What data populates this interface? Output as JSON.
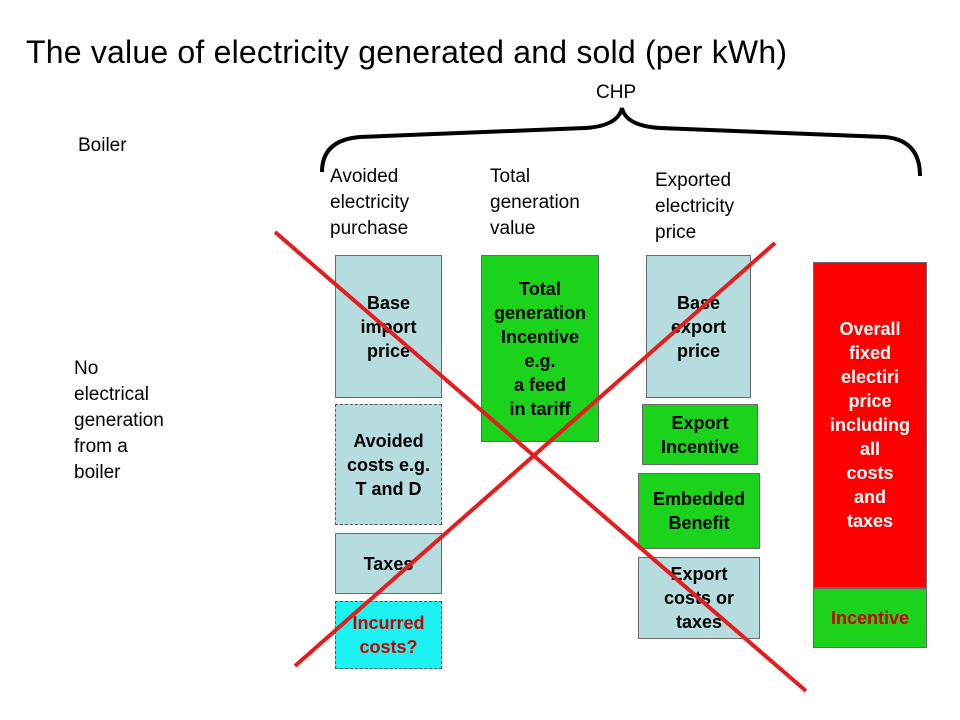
{
  "title": "The value of electricity generated and sold (per kWh)",
  "chp_label": "CHP",
  "boiler_label": "Boiler",
  "no_generation_text": "No\nelectrical\ngeneration\nfrom a\nboiler",
  "columns": {
    "avoided": {
      "header": "Avoided\nelectricity\npurchase",
      "base_import": "Base\nimport\nprice",
      "avoided_costs": "Avoided\ncosts e.g.\nT and D",
      "taxes": "Taxes",
      "incurred_costs": "Incurred\ncosts?"
    },
    "total_gen": {
      "header": "Total\ngeneration\nvalue",
      "incentive": "Total\ngeneration\nIncentive\ne.g.\na feed\nin tariff"
    },
    "exported": {
      "header": "Exported\nelectricity\nprice",
      "base_export": "Base\nexport\nprice",
      "export_incentive": "Export\nIncentive",
      "embedded_benefit": "Embedded\nBenefit",
      "export_costs": "Export\ncosts or\ntaxes"
    },
    "overall": {
      "fixed_price": "Overall\nfixed\nelectiri\nprice\nincluding\nall\ncosts\nand\ntaxes",
      "incentive": "Incentive"
    }
  },
  "colors": {
    "light_blue": "#b5dde0",
    "green": "#1ad31a",
    "red": "#ff0000",
    "cyan": "#1cf2f2",
    "cross": "#e41e1e"
  }
}
